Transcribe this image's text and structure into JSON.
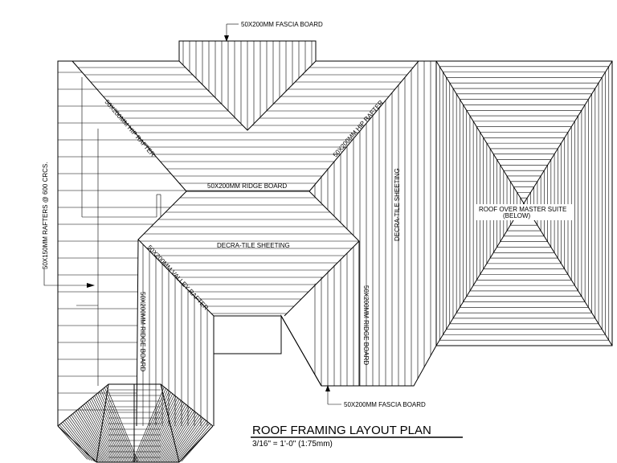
{
  "title": "ROOF FRAMING LAYOUT PLAN",
  "scale": "3/16\" = 1'-0\" (1:75mm)",
  "labels": {
    "fascia_top": "50X200MM FASCIA BOARD",
    "fascia_bottom": "50X200MM FASCIA BOARD",
    "hip_rafter_left": "50X200MM HIP RAFTER",
    "hip_rafter_right": "50X200MM HIP RAFTER",
    "ridge_top": "50X200MM RIDGE BOARD",
    "ridge_right": "50X200MM RIDGE BOARD",
    "ridge_left": "50X200MM RIDGE BOARD",
    "valley_rafter": "50X200MM VALLEY RAFTER",
    "decra_center": "DECRA-TILE SHEETING",
    "decra_right": "DECRA-TILE SHEETING",
    "rafters": "50X150MM RAFTERS @ 600 CRCS.",
    "master_suite_line1": "ROOF OVER MASTER SUITE",
    "master_suite_line2": "(BELOW)"
  }
}
